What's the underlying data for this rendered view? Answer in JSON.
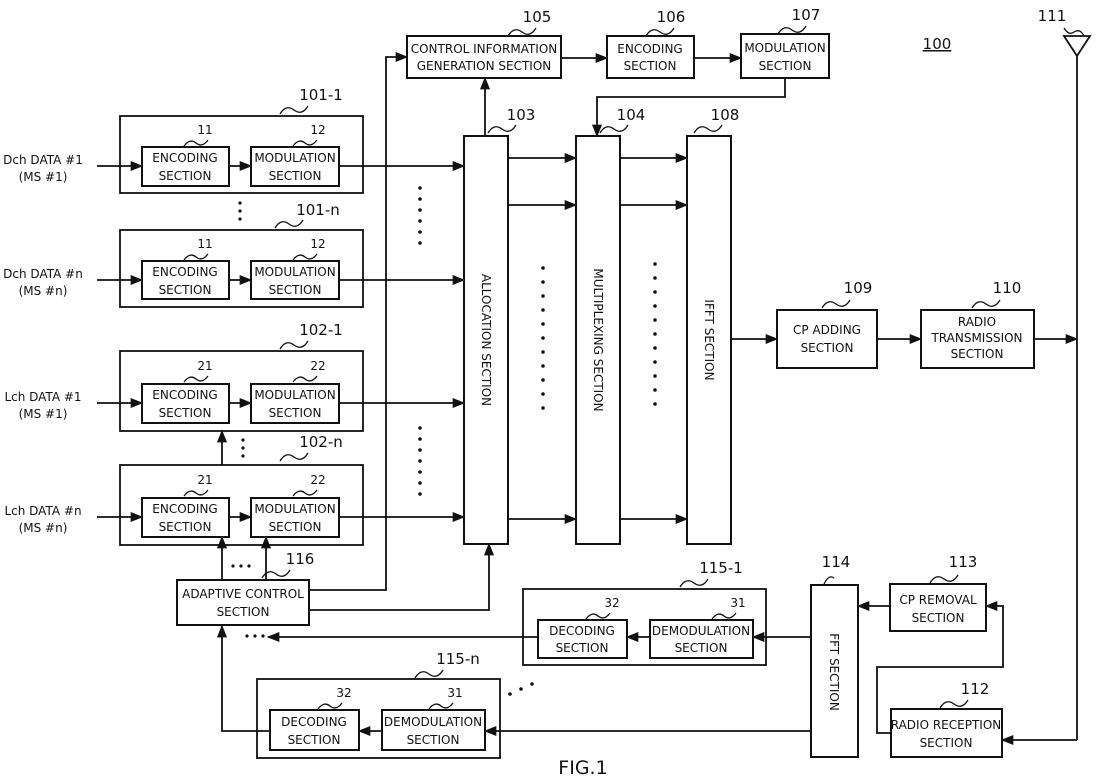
{
  "figure": {
    "caption": "FIG.1",
    "system_ref": "100"
  },
  "refs": {
    "r101_1": "101-1",
    "r101_n": "101-n",
    "r102_1": "102-1",
    "r102_n": "102-n",
    "r103": "103",
    "r104": "104",
    "r105": "105",
    "r106": "106",
    "r107": "107",
    "r108": "108",
    "r109": "109",
    "r110": "110",
    "r111": "111",
    "r112": "112",
    "r113": "113",
    "r114": "114",
    "r115_1": "115-1",
    "r115_n": "115-n",
    "r116": "116",
    "sub_11": "11",
    "sub_12": "12",
    "sub_21": "21",
    "sub_22": "22",
    "sub_31": "31",
    "sub_32": "32"
  },
  "inputs": {
    "dch1": [
      "Dch DATA #1",
      "(MS #1)"
    ],
    "dchn": [
      "Dch DATA #n",
      "(MS #n)"
    ],
    "lch1": [
      "Lch DATA #1",
      "(MS #1)"
    ],
    "lchn": [
      "Lch DATA #n",
      "(MS #n)"
    ]
  },
  "blocks": {
    "encoding": [
      "ENCODING",
      "SECTION"
    ],
    "modulation": [
      "MODULATION",
      "SECTION"
    ],
    "decoding": [
      "DECODING",
      "SECTION"
    ],
    "demodulation": [
      "DEMODULATION",
      "SECTION"
    ],
    "control_info": [
      "CONTROL INFORMATION",
      "GENERATION SECTION"
    ],
    "modulation_107": [
      "MODULATION",
      "SECTION"
    ],
    "allocation": "ALLOCATION SECTION",
    "multiplexing": "MULTIPLEXING SECTION",
    "ifft": "IFFT SECTION",
    "cp_adding": [
      "CP ADDING",
      "SECTION"
    ],
    "radio_tx": [
      "RADIO",
      "TRANSMISSION",
      "SECTION"
    ],
    "cp_removal": [
      "CP REMOVAL",
      "SECTION"
    ],
    "radio_rx": [
      "RADIO RECEPTION",
      "SECTION"
    ],
    "fft": "FFT SECTION",
    "adaptive": [
      "ADAPTIVE CONTROL",
      "SECTION"
    ]
  }
}
